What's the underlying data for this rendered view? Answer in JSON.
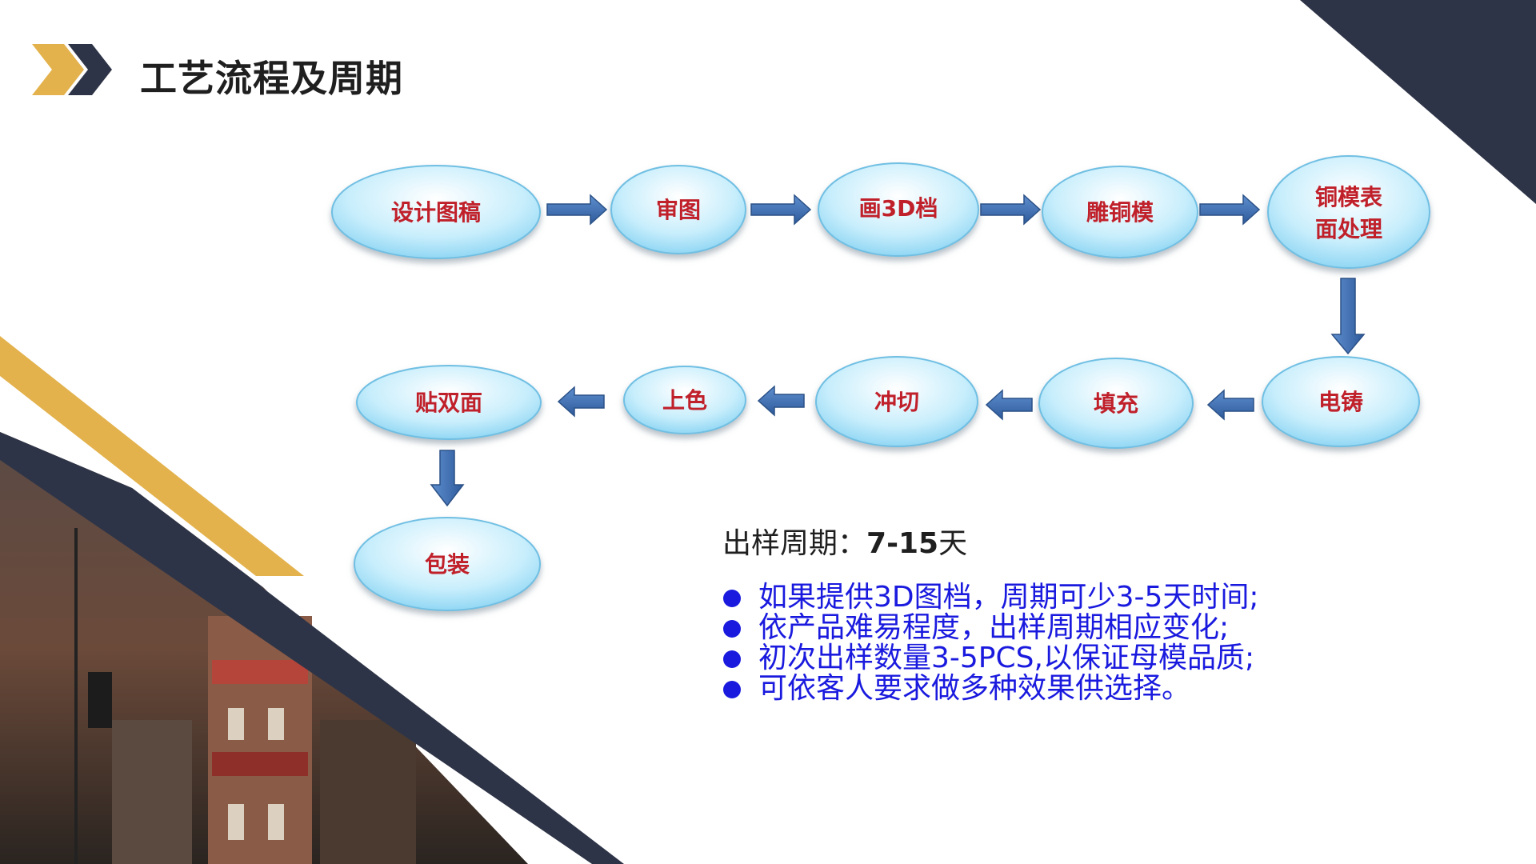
{
  "header": {
    "title": "工艺流程及周期"
  },
  "flow": {
    "nodes": {
      "n1": "设计图稿",
      "n2": "审图",
      "n3": "画3D档",
      "n4": "雕铜模",
      "n5_line1": "铜模表",
      "n5_line2": "面处理",
      "n6": "电铸",
      "n7": "填充",
      "n8": "冲切",
      "n9": "上色",
      "n10": "贴双面",
      "n11": "包装"
    }
  },
  "cycle": {
    "label": "出样周期：",
    "value": "7-15",
    "unit": "天"
  },
  "notes": [
    "如果提供3D图档，周期可少3-5天时间;",
    "依产品难易程度，出样周期相应变化;",
    "初次出样数量3-5PCS,以保证母模品质;",
    "可依客人要求做多种效果供选择。"
  ],
  "colors": {
    "navy": "#2e3447",
    "gold": "#e3b24d",
    "node_text": "#c0202a",
    "arrow": "#3e6dae",
    "bullet_text": "#1a1adf"
  }
}
